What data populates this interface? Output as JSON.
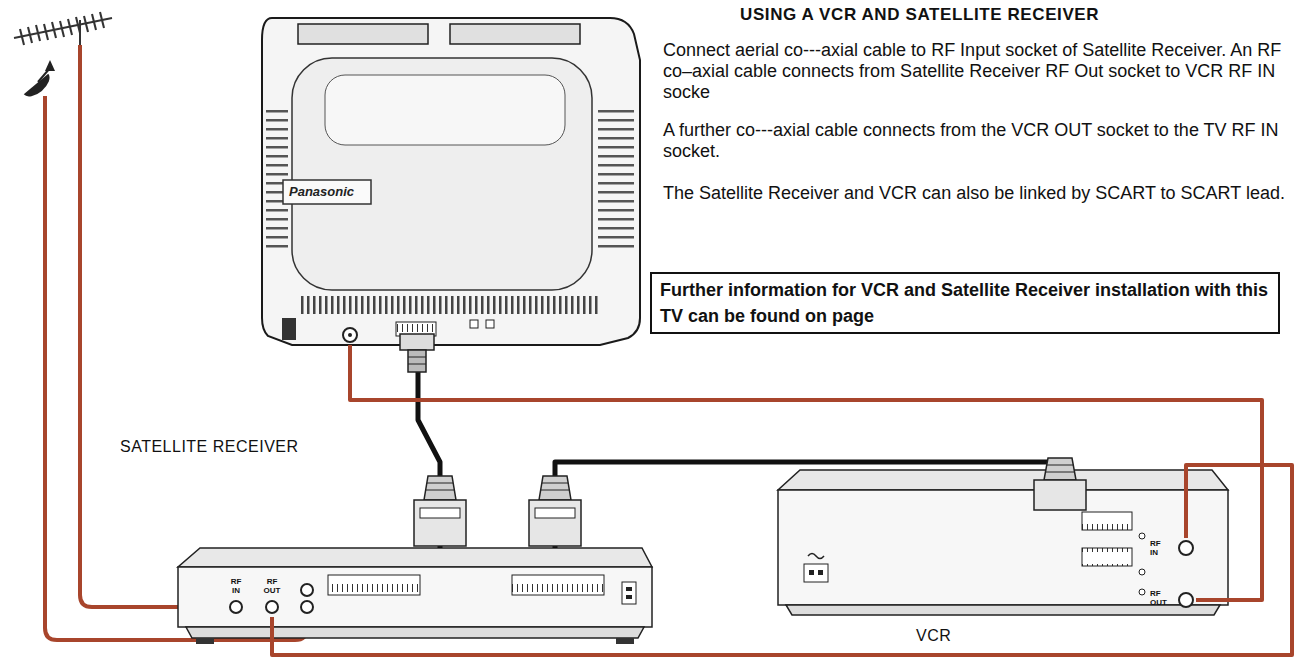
{
  "diagram": {
    "title": "USING A VCR AND SATELLITE RECEIVER",
    "nodes": [
      {
        "text": [
          "Panasonic"
        ]
      },
      {
        "text": [
          "SATELLITE RECEIVER"
        ]
      },
      {
        "text": [
          "RF IN"
        ],
        "in": 1
      },
      {
        "text": [
          "RF OUT"
        ],
        "in": 1
      },
      {
        "text": [
          "VCR"
        ]
      },
      {
        "text": [
          "RF IN"
        ],
        "in": 4
      },
      {
        "text": [
          "RF OUT"
        ],
        "in": 4
      },
      {
        "text": [
          "Further information for VCR and Satellite Receiver installation with this TV can be found on page"
        ]
      }
    ],
    "edges": [
      {
        "from": 0,
        "to": 1,
        "arrow": "none"
      },
      {
        "from": 1,
        "to": 4,
        "arrow": "none"
      },
      {
        "from": 3,
        "to": 5,
        "arrow": "none"
      },
      {
        "from": 6,
        "to": 0,
        "arrow": "none"
      }
    ],
    "labels": [
      "Connect aerial co---axial cable to RF Input socket of Satellite Receiver. An RF co–axial cable connects from Satellite Receiver RF Out socket to VCR RF IN socke",
      "A further co---axial cable connects from the VCR OUT socket to the TV RF IN socket.",
      "The Satellite Receiver and VCR can also be linked by SCART to SCART lead."
    ]
  }
}
